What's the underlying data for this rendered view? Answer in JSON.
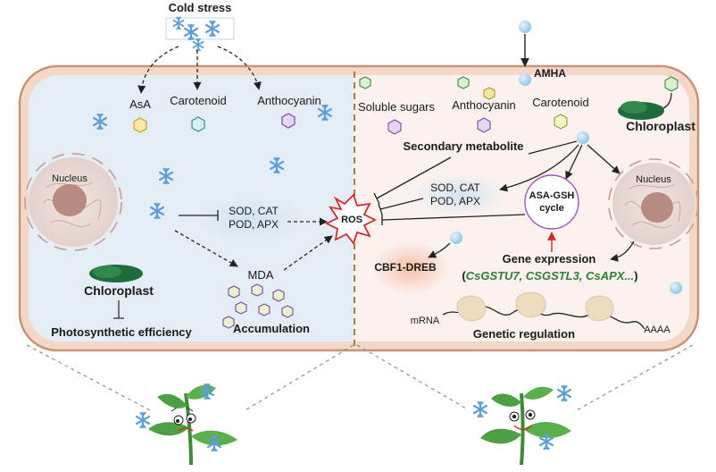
{
  "header": {
    "cold_stress": "Cold stress"
  },
  "left": {
    "asa": "AsA",
    "carotenoid": "Carotenoid",
    "anthocyanin": "Anthocyanin",
    "nucleus": "Nucleus",
    "enzymes_line1": "SOD, CAT",
    "enzymes_line2": "POD, APX",
    "mda": "MDA",
    "accumulation": "Accumulation",
    "chloroplast": "Chloroplast",
    "photosynthetic": "Photosynthetic efficiency"
  },
  "center": {
    "ros": "ROS"
  },
  "right": {
    "amha": "AMHA",
    "soluble_sugars": "Soluble sugars",
    "anthocyanin": "Anthocyanin",
    "carotenoid": "Carotenoid",
    "chloroplast": "Chloroplast",
    "secondary_metabolite": "Secondary metabolite",
    "enzymes_line1": "SOD, CAT",
    "enzymes_line2": "POD, APX",
    "asa_gsh_line1": "ASA-GSH",
    "asa_gsh_line2": "cycle",
    "nucleus": "Nucleus",
    "gene_expression": "Gene expression",
    "genes_open": "(",
    "genes": "CsGSTU7, CSGSTL3, CsAPX...",
    "genes_close": ")",
    "cbf": "CBF1-DREB",
    "mrna": "mRNA",
    "aaaa": "AAAA",
    "genetic_regulation": "Genetic regulation"
  },
  "colors": {
    "cell_border": "#c9927a",
    "left_bg": "#e3ecf4",
    "right_bg": "#f7ecea",
    "divider": "#b07a3a",
    "snowflake": "#5f9fd6",
    "bead": "#a9d3ee",
    "chloroplast": "#1f6b3a",
    "nucleus": "#b88a80",
    "ros": "#d62828",
    "gene_text": "#2e7d32",
    "cycle_ring": "#9b59b6"
  }
}
